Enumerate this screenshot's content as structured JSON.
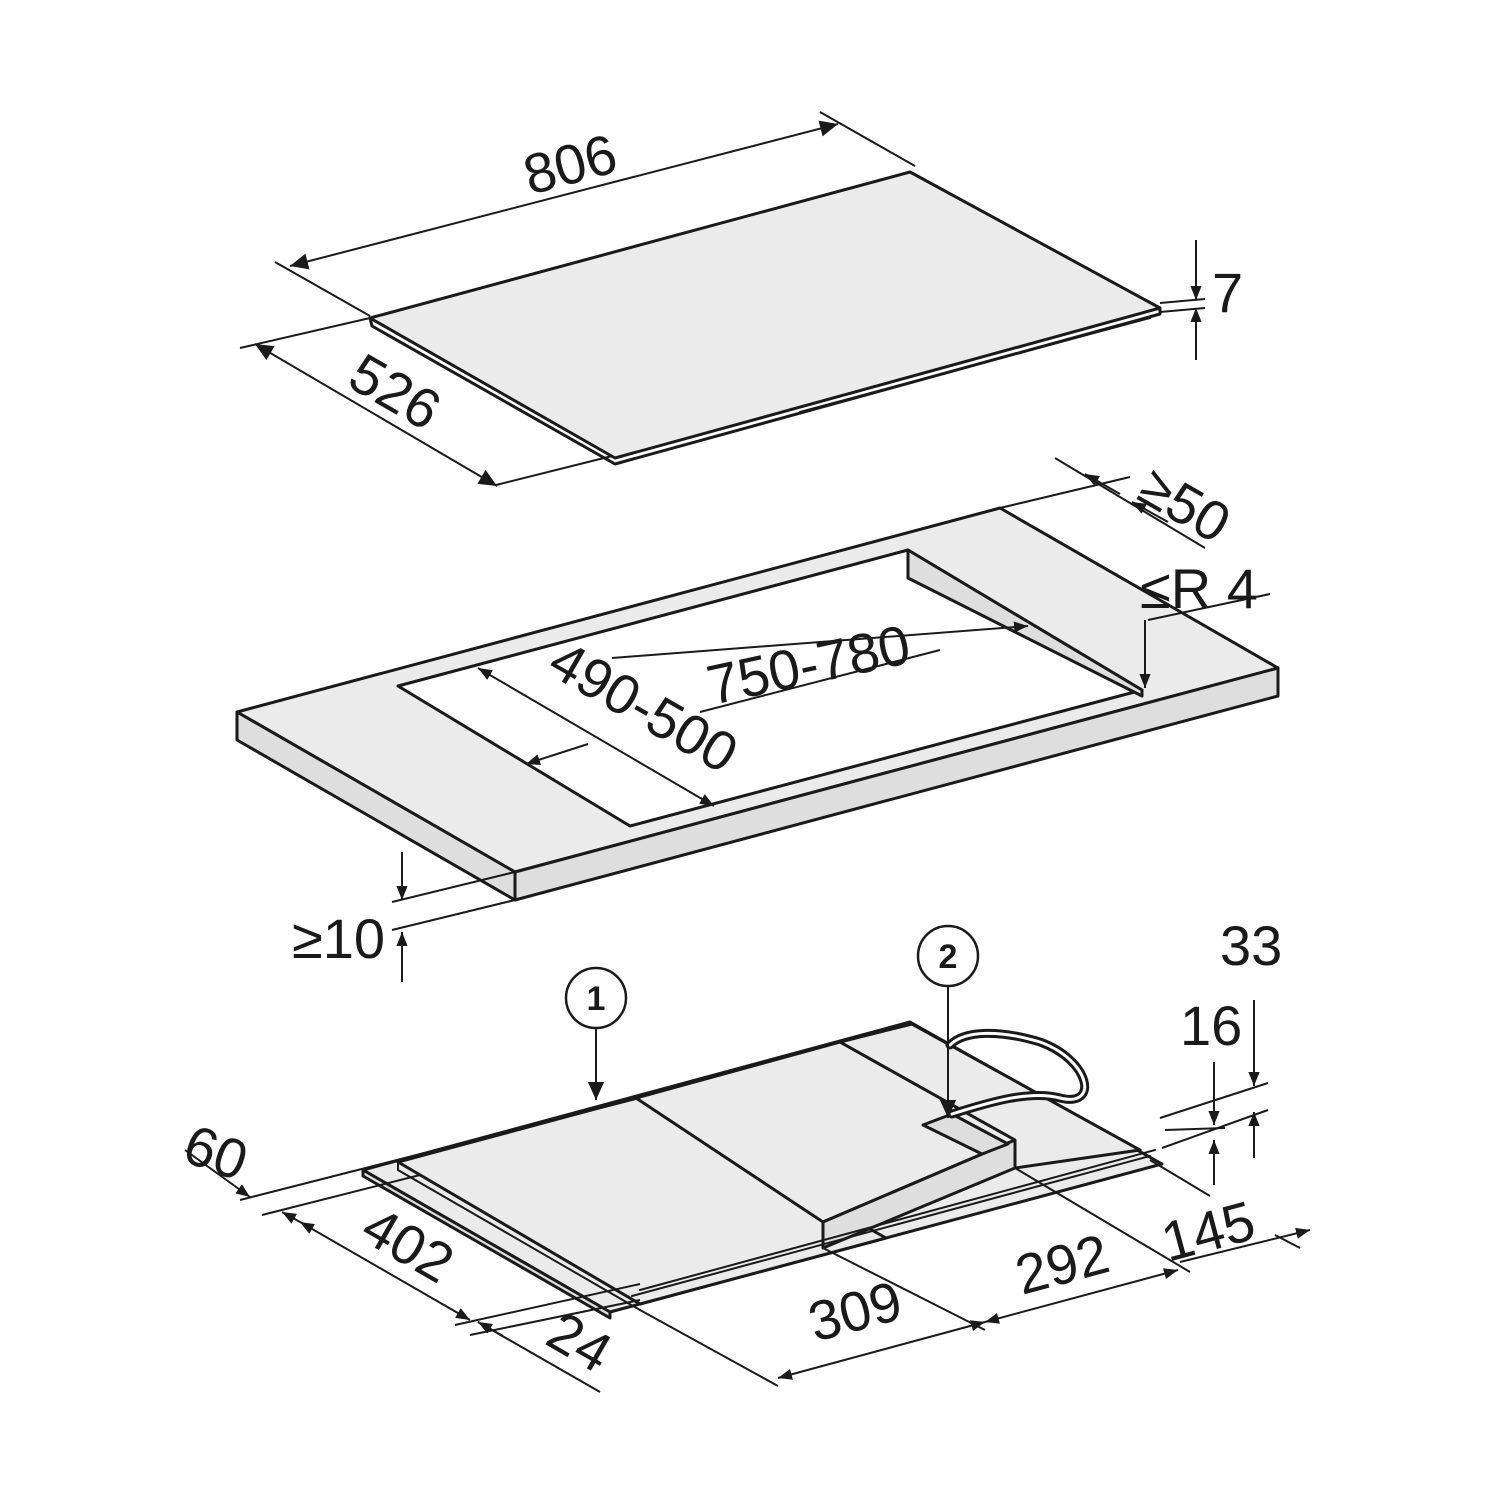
{
  "dimensions": {
    "hob_width": "806",
    "hob_depth": "526",
    "hob_thickness": "7",
    "rear_clearance": "≥50",
    "corner_radius": "≤R 4",
    "cutout_width": "750-780",
    "cutout_depth": "490-500",
    "worktop_thickness": "≥10",
    "underside_height_a": "33",
    "underside_height_b": "16",
    "underside_depth_60": "60",
    "underside_402": "402",
    "underside_24": "24",
    "underside_309": "309",
    "underside_292": "292",
    "underside_145": "145"
  },
  "callouts": {
    "one": "1",
    "two": "2"
  },
  "colors": {
    "line": "#1a1a1a",
    "surface": "#ebebeb",
    "background": "#ffffff"
  }
}
